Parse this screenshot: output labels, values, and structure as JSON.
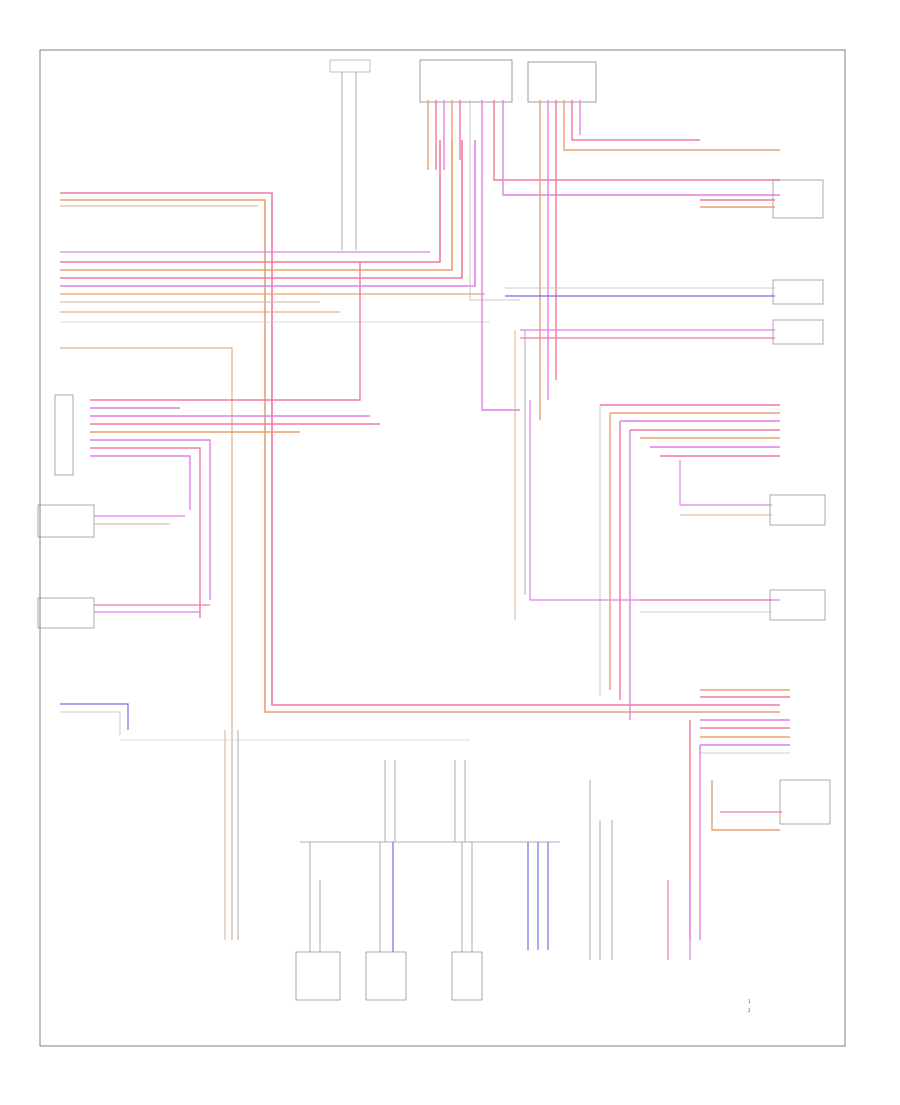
{
  "page": {
    "footer_label": "",
    "legend": [
      {
        "mark": "1",
        "text": ""
      },
      {
        "mark": "2",
        "text": ""
      }
    ]
  },
  "colors": {
    "pink": "#f07aa0",
    "magenta": "#e080e8",
    "orange": "#e8a070",
    "tan": "#d8b090",
    "blue": "#7070e0",
    "gray": "#9a9a9a",
    "frame": "#808080"
  },
  "components": [],
  "diagram": {
    "kind": "automotive wiring schematic"
  }
}
